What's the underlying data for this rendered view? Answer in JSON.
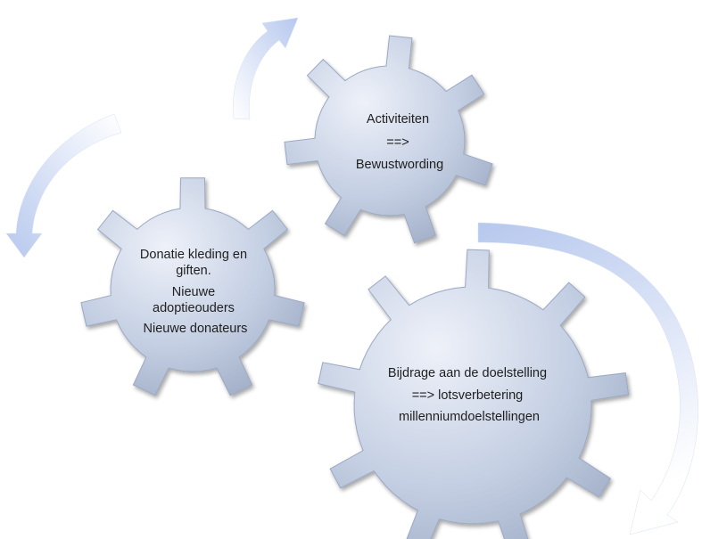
{
  "colors": {
    "gear_light": "#eef1f9",
    "gear_mid": "#c4cfe3",
    "gear_dark": "#a3b0c8",
    "gear_edge": "#9aa8c2",
    "arrow_light": "#ffffff",
    "arrow_dark": "#b7c8ee"
  },
  "gears": [
    {
      "id": "donatie",
      "lines": [
        "Donatie  kleding en",
        "giften.",
        "Nieuwe",
        "adoptieouders",
        "Nieuwe donateurs"
      ]
    },
    {
      "id": "activiteiten",
      "lines": [
        "Activiteiten",
        "==>",
        "Bewustwording"
      ]
    },
    {
      "id": "bijdrage",
      "lines": [
        "Bijdrage aan de doelstelling",
        "==> lotsverbetering",
        "millenniumdoelstellingen"
      ]
    }
  ]
}
